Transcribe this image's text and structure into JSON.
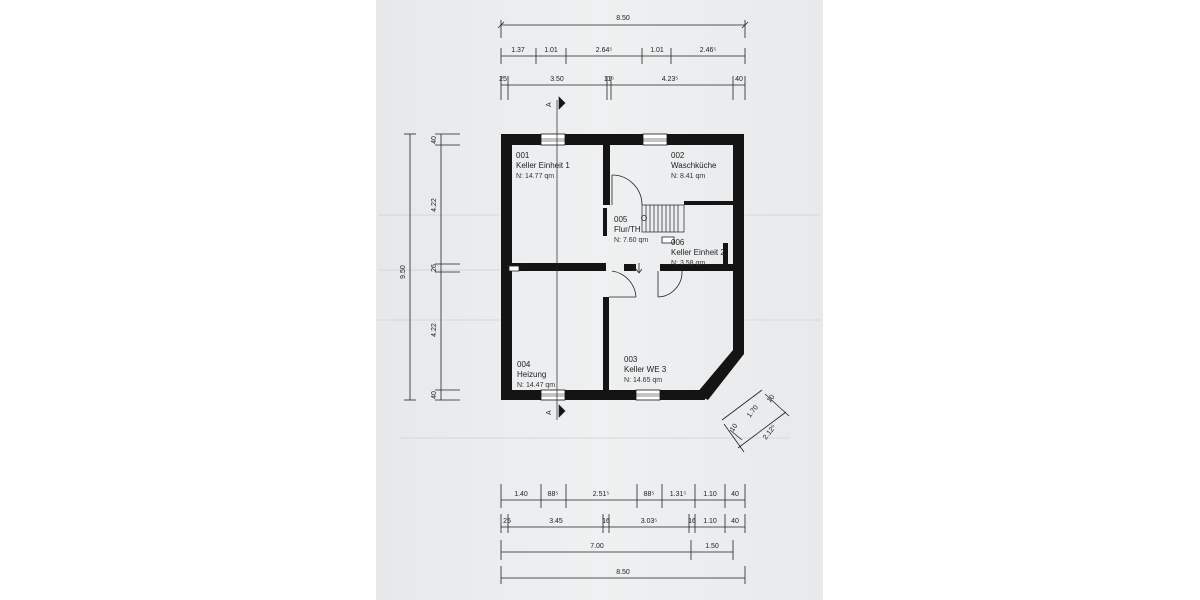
{
  "top_dims": {
    "overall": "8.50",
    "row1": [
      "1.37",
      "1.01",
      "2.64⁵",
      "1.01",
      "2.46⁵"
    ],
    "row2": [
      "25",
      "3.50",
      "11⁵",
      "4.23⁵",
      "40"
    ]
  },
  "left_dims": {
    "overall": "9.50",
    "segments": [
      "40",
      "4.22",
      "26",
      "4.22",
      "40"
    ]
  },
  "bottom_dims": {
    "row1": [
      "1.40",
      "88⁵",
      "2.51⁵",
      "88⁵",
      "1.31⁵",
      "1.10",
      "40"
    ],
    "row2": [
      "25",
      "3.45",
      "16",
      "3.03⁵",
      "16",
      "1.10",
      "40"
    ],
    "row3": [
      "7.00",
      "1.50"
    ],
    "overall": "8.50"
  },
  "diag_dims": [
    "10",
    "1.70",
    "10",
    "2.12⁵"
  ],
  "section_mark": "A",
  "rooms": [
    {
      "num": "001",
      "name": "Keller Einheit 1",
      "area": "N: 14.77 qm"
    },
    {
      "num": "002",
      "name": "Waschküche",
      "area": "N: 8.41 qm"
    },
    {
      "num": "005",
      "name": "Flur/TH",
      "area": "N: 7.60 qm"
    },
    {
      "num": "006",
      "name": "Keller Einheit 2",
      "area": "N: 3.58 qm"
    },
    {
      "num": "004",
      "name": "Heizung",
      "area": "N: 14.47 qm"
    },
    {
      "num": "003",
      "name": "Keller WE 3",
      "area": "N: 14.65 qm"
    }
  ]
}
